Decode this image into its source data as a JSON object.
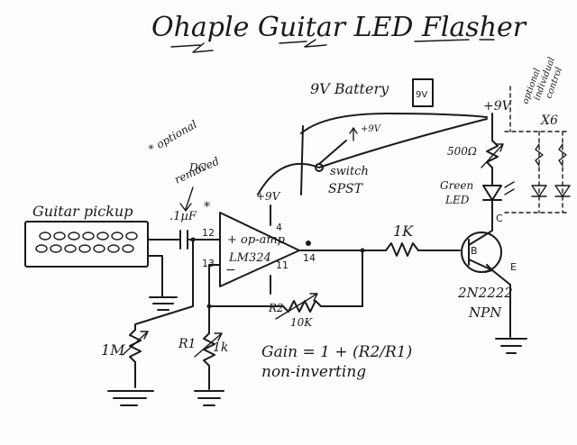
{
  "title": "Ohaple Guitar LED Flasher",
  "labels": {
    "guitar_pickup": "Guitar pickup",
    "optional_dc_removed": [
      "* optional",
      "DC",
      "removed"
    ],
    "cap_value": ".1µF",
    "cap_star": "*",
    "battery": "9V Battery",
    "battery_symbol": "9V",
    "supply_plus": "+9V",
    "supply_plus_right": "+9V",
    "supply_plus_switch": "+9V",
    "switch_word": "switch",
    "spst": "SPST",
    "opamp_line1": "+ op-amp",
    "opamp_line2": "LM324",
    "opamp_minus": "−",
    "pin_12": "12",
    "pin_13": "13",
    "pin_4": "4",
    "pin_11": "11",
    "pin_14": "14",
    "r_1k_series": "1K",
    "r2_name": "R2",
    "r2_value": "10K",
    "r1_name": "R1",
    "r1_value": "1k",
    "r_1m": "1M",
    "gain_line1": "Gain = 1 + (R2/R1)",
    "gain_line2": "non-inverting",
    "r_500": "500Ω",
    "green_led": [
      "Green",
      "LED"
    ],
    "transistor_model": "2N2222",
    "transistor_type": "NPN",
    "pin_b": "B",
    "pin_c": "C",
    "pin_e": "E",
    "optional_individual": [
      "optional",
      "individual",
      "control"
    ],
    "x6": "X6"
  }
}
